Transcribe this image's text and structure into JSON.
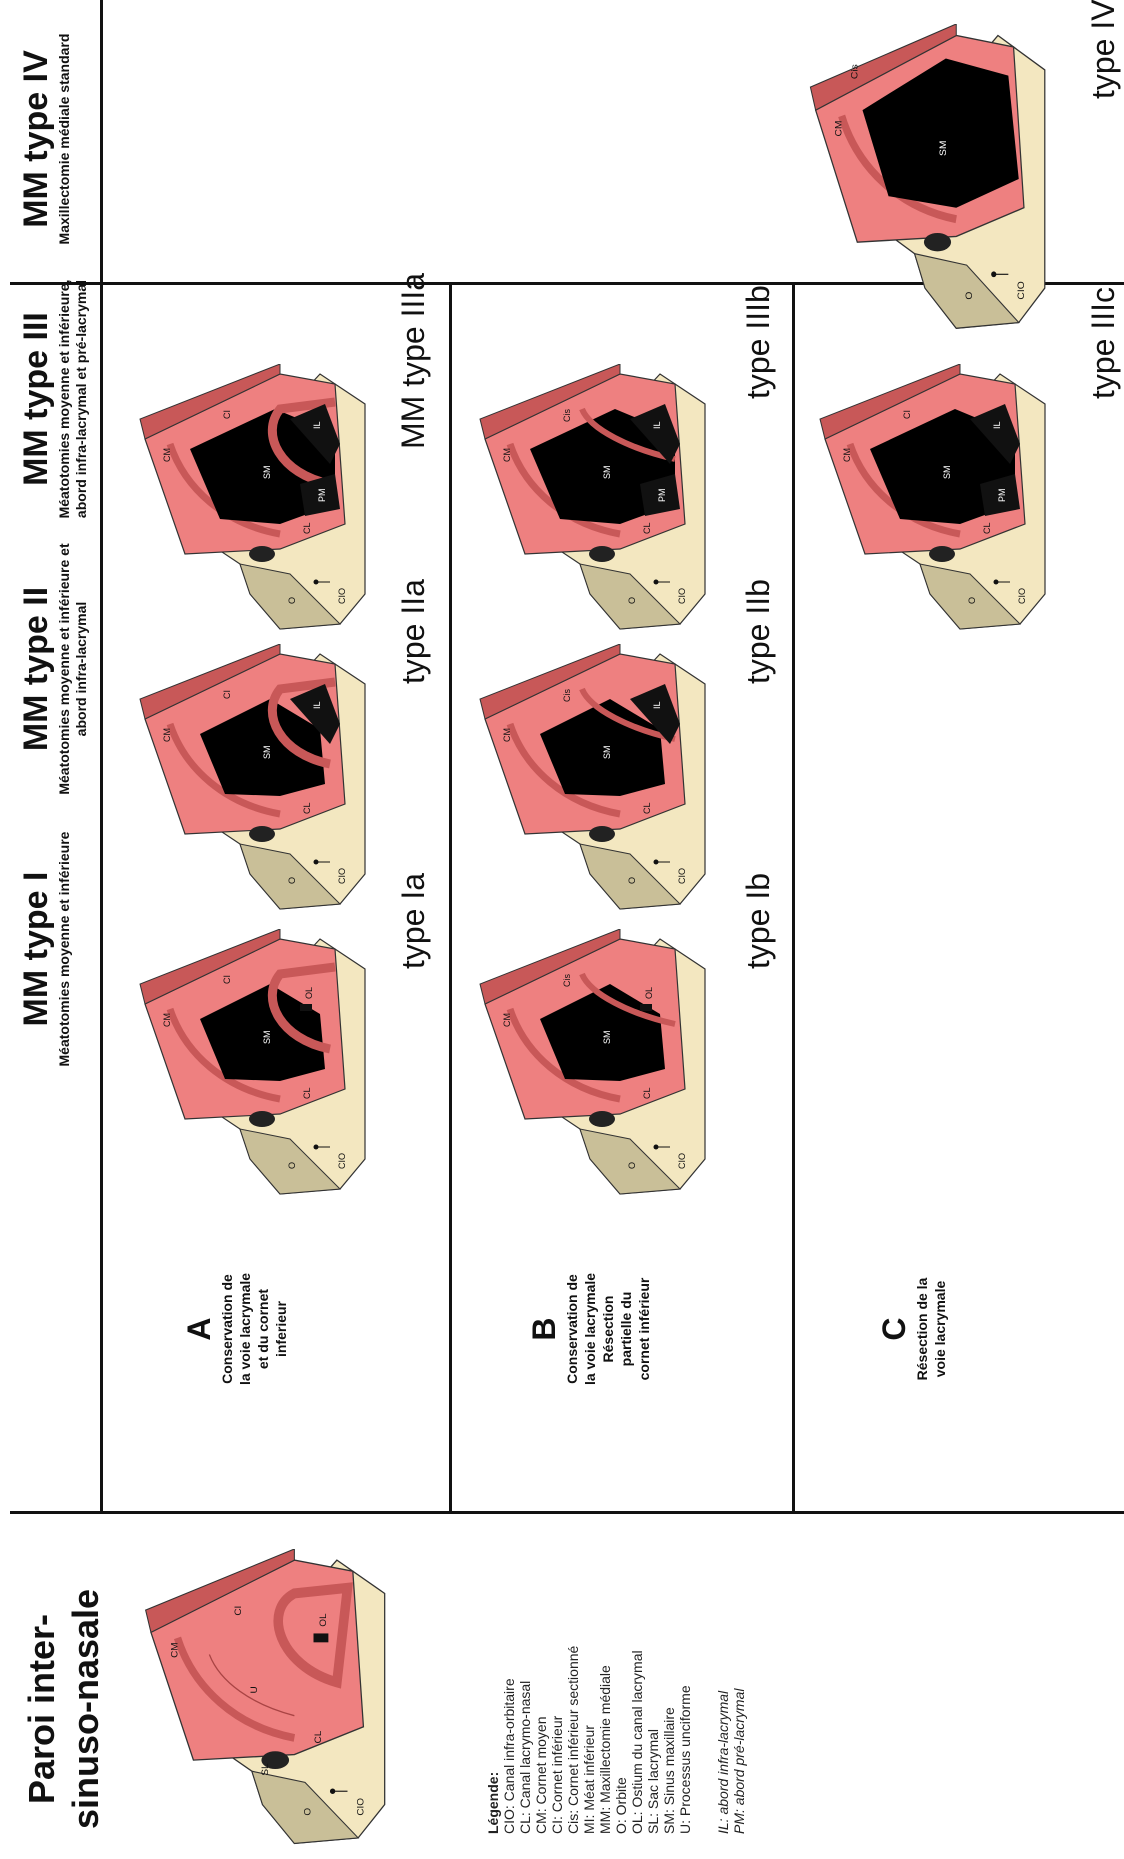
{
  "paroi": {
    "title_line1": "Paroi inter-",
    "title_line2": "sinuso-nasale"
  },
  "columns": [
    {
      "title": "MM type I",
      "subtitle_line1": "Méatotomies moyenne et inférieure",
      "subtitle_line2": ""
    },
    {
      "title": "MM type II",
      "subtitle_line1": "Méatotomies moyenne et inférieure et",
      "subtitle_line2": "abord infra-lacrymal"
    },
    {
      "title": "MM type III",
      "subtitle_line1": "Méatotomies moyenne et inférieure,",
      "subtitle_line2": "abord infra-lacrymal et pré-lacrymal"
    },
    {
      "title": "MM type IV",
      "subtitle_line1": "Maxillectomie médiale standard",
      "subtitle_line2": ""
    }
  ],
  "rows": [
    {
      "letter": "A",
      "desc": [
        "Conservation de",
        "la voie lacrymale",
        "et du cornet",
        "inferieur"
      ]
    },
    {
      "letter": "B",
      "desc": [
        "Conservation de",
        "la voie lacrymale",
        "Résection",
        "partielle du",
        "cornet inférieur"
      ]
    },
    {
      "letter": "C",
      "desc": [
        "Résection de la",
        "voie lacrymale"
      ]
    }
  ],
  "captions": {
    "Ia": "type Ia",
    "Ib": "type Ib",
    "IIa": "type IIa",
    "IIb": "type IIb",
    "IIIa": "MM type IIIa",
    "IIIb": "type IIIb",
    "IIIc": "type IIIc",
    "IV": "type IV"
  },
  "legend": {
    "title": "Légende:",
    "items": [
      "CIO: Canal infra-orbitaire",
      "CL: Canal lacrymo-nasal",
      "CM: Cornet moyen",
      "CI: Cornet inférieur",
      "Cis: Cornet inférieur sectionné",
      "MI: Méat inférieur",
      "MM: Maxillectomie médiale",
      "O: Orbite",
      "OL: Ostium du canal lacrymal",
      "SL: Sac lacrymal",
      "SM: Sinus maxillaire",
      "U: Processus unciforme"
    ],
    "abbrev": [
      "IL: abord infra-lacrymal",
      "PM: abord pré-lacrymal"
    ]
  },
  "diagram_labels": {
    "O": "O",
    "CIO": "CIO",
    "CM": "CM",
    "CI": "CI",
    "Cis": "Cis",
    "SM": "SM",
    "CL": "CL",
    "OL": "OL",
    "IL": "IL",
    "PM": "PM",
    "SL": "SL",
    "U": "U"
  },
  "colors": {
    "bone": "#f3e7c0",
    "bone_dark": "#c9bf98",
    "mucosa": "#ee8080",
    "mucosa_dark": "#c85858",
    "cavity": "#000000",
    "grid": "#111111"
  }
}
